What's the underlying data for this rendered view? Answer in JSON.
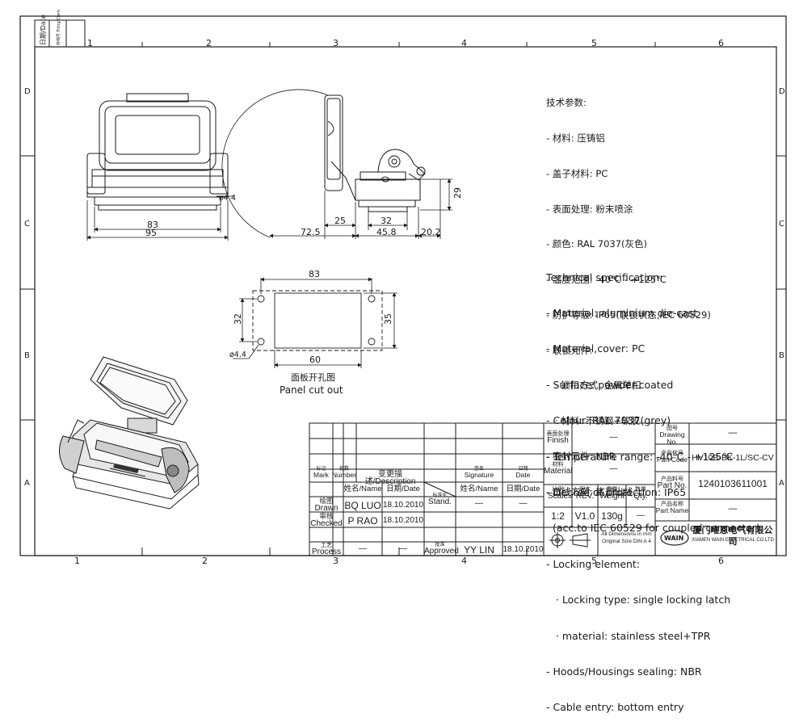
{
  "frame": {
    "top_numbers": [
      "1",
      "2",
      "3",
      "4",
      "5",
      "6"
    ],
    "bottom_numbers": [
      "1",
      "2",
      "3",
      "4",
      "5",
      "6"
    ],
    "side_letters": [
      "D",
      "C",
      "B",
      "A"
    ],
    "corner_date": "日期/Date",
    "corner_filing": "存档号 Filing Clerk"
  },
  "dims": {
    "d83_front": "83",
    "d95": "95",
    "d44_front": "ø4.4",
    "d25": "25",
    "d32_side": "32",
    "d29": "29",
    "d72_5": "72.5",
    "d45_8": "45.8",
    "d20_2": "20.2",
    "d83_panel": "83",
    "d32_panel": "32",
    "d35": "35",
    "d60": "60",
    "d44_panel": "ø4.4"
  },
  "panel_caption": {
    "cn": "面板开孔图",
    "en": "Panel cut out"
  },
  "spec_cn": [
    "技术参数:",
    "- 材料: 压铸铝",
    "- 盖子材料: PC",
    "- 表面处理: 粉末喷涂",
    "- 颜色: RAL 7037(灰色)",
    "- 温度范围: -40℃ - +125℃",
    "- 防护等级: IP65(联锁状态,IEC 60529)",
    "- 联锁元件:",
    "   · 锁扣方式: 金属单扣",
    "   · 材料: 不锈钢+软胶",
    "- 密封元件: NBR",
    "- 出线方向: 底部出线"
  ],
  "spec_en": [
    "Technical specification:",
    "- Material: aluminium die-cast",
    "- Material,cover: PC",
    "- Surface: powder-coated",
    "- Colour: RAL 7037(grey)",
    "- Temperature range: -40℃ - +125℃",
    "- Degree of protection: IP65",
    "  (acc.to IEC 60529 for coupled connector)",
    "- Locking element:",
    "   · Locking type: single locking latch",
    "   · material: stainless steel+TPR",
    "- Hoods/Housings sealing: NBR",
    "- Cable entry: bottom entry"
  ],
  "title_block": {
    "mark_cn": "标记",
    "mark_en": "Mark",
    "number_cn": "处数",
    "number_en": "Number",
    "desc": "变更描述/Description",
    "sig_cn": "签名",
    "sig_en": "Signature",
    "date_cn": "日期",
    "date_en": "Date",
    "name_date1": "姓名/Name",
    "date_h1": "日期/Date",
    "name_date2": "姓名/Name",
    "date_h2": "日期/Date",
    "drawn_cn": "绘图",
    "drawn_en": "Drawn",
    "drawn_name": "BQ LUO",
    "drawn_date": "18.10.2010",
    "checked_cn": "审核",
    "checked_en": "Checked",
    "checked_name": "P RAO",
    "checked_date": "18.10.2010",
    "process_cn": "工艺",
    "process_en": "Process",
    "process_name": "—",
    "process_date": "—",
    "stand_cn": "标准化",
    "stand_en": "Stand.",
    "stand_name": "—",
    "stand_date": "—",
    "approved_cn": "批准",
    "approved_en": "Approved",
    "approved_name": "YY LIN",
    "approved_date": "18.10.2010",
    "finish_cn": "表面处理",
    "finish_en": "Finish",
    "finish_val": "—",
    "material_cn": "材料",
    "material_en": "Material",
    "material_val": "—",
    "scale_cn": "比例",
    "scale_en": "Scale",
    "scale_val": "1:2",
    "rev_cn": "版本",
    "rev_en": "REV.",
    "rev_val": "V1.0",
    "weight_cn": "重量",
    "weight_en": "Weight",
    "weight_val": "130g",
    "qty_cn": "数量",
    "qty_en": "Qty.",
    "qty_val": "—",
    "dims_note1": "All Dimensions in mm",
    "dims_note2": "Original Size DIN A 4",
    "drawing_no_cn": "图号",
    "drawing_no_en": "Drawing No.",
    "drawing_no_val": "—",
    "part_code_cn": "产品代号",
    "part_code_en": "Part Code",
    "part_code_val": "HV10B-BK-1L/SC-CV",
    "part_no_cn": "产品料号",
    "part_no_en": "Part No.",
    "part_no_val": "1240103611001",
    "part_name_cn": "产品名称",
    "part_name_en": "Part Name",
    "part_name_val": "—",
    "logo_text": "WAIN",
    "company_cn": "厦门唯恩电气有限公司",
    "company_en": "XIAMEN WAIN ELECTRICAL CO.LTD"
  }
}
